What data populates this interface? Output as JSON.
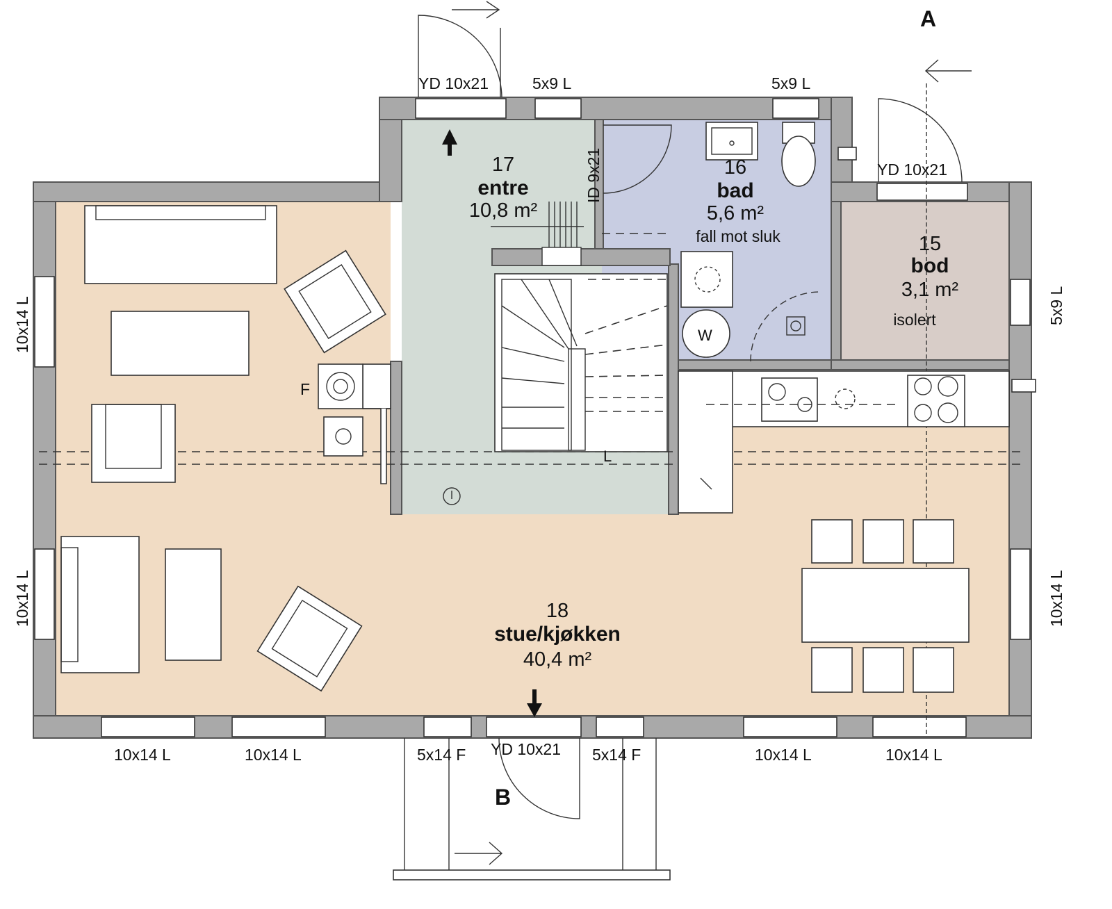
{
  "colors": {
    "wall": "#a9a9a9",
    "living_room": "#f1dcc4",
    "entrance": "#d3dcd6",
    "bathroom": "#c8cde2",
    "storage": "#d8cdc8"
  },
  "rooms": {
    "entre": {
      "number": "17",
      "name": "entre",
      "area": "10,8 m²"
    },
    "bad": {
      "number": "16",
      "name": "bad",
      "area": "5,6 m²",
      "note": "fall mot sluk"
    },
    "bod": {
      "number": "15",
      "name": "bod",
      "area": "3,1 m²",
      "note": "isolert"
    },
    "stue": {
      "number": "18",
      "name": "stue/kjøkken",
      "area": "40,4 m²"
    }
  },
  "labels": {
    "door_top": "YD 10x21",
    "win_top_1": "5x9 L",
    "win_top_2": "5x9 L",
    "door_right": "YD 10x21",
    "door_inner": "ID 9x21",
    "win_left_1": "10x14 L",
    "win_left_2": "10x14 L",
    "win_right_1": "5x9 L",
    "win_right_2": "10x14 L",
    "win_bottom_1": "10x14 L",
    "win_bottom_2": "10x14 L",
    "win_bottom_3": "5x14 F",
    "door_bottom": "YD 10x21",
    "win_bottom_4": "5x14 F",
    "win_bottom_5": "10x14 L",
    "win_bottom_6": "10x14 L",
    "fireplace": "F",
    "stair_mark": "L",
    "section_a": "A",
    "section_b": "B",
    "washer": "W"
  },
  "icons": [
    "north-arrow-icon",
    "fireplace-icon",
    "washing-machine-icon",
    "toilet-icon",
    "sink-icon",
    "stove-icon",
    "smoke-detector-icon"
  ]
}
